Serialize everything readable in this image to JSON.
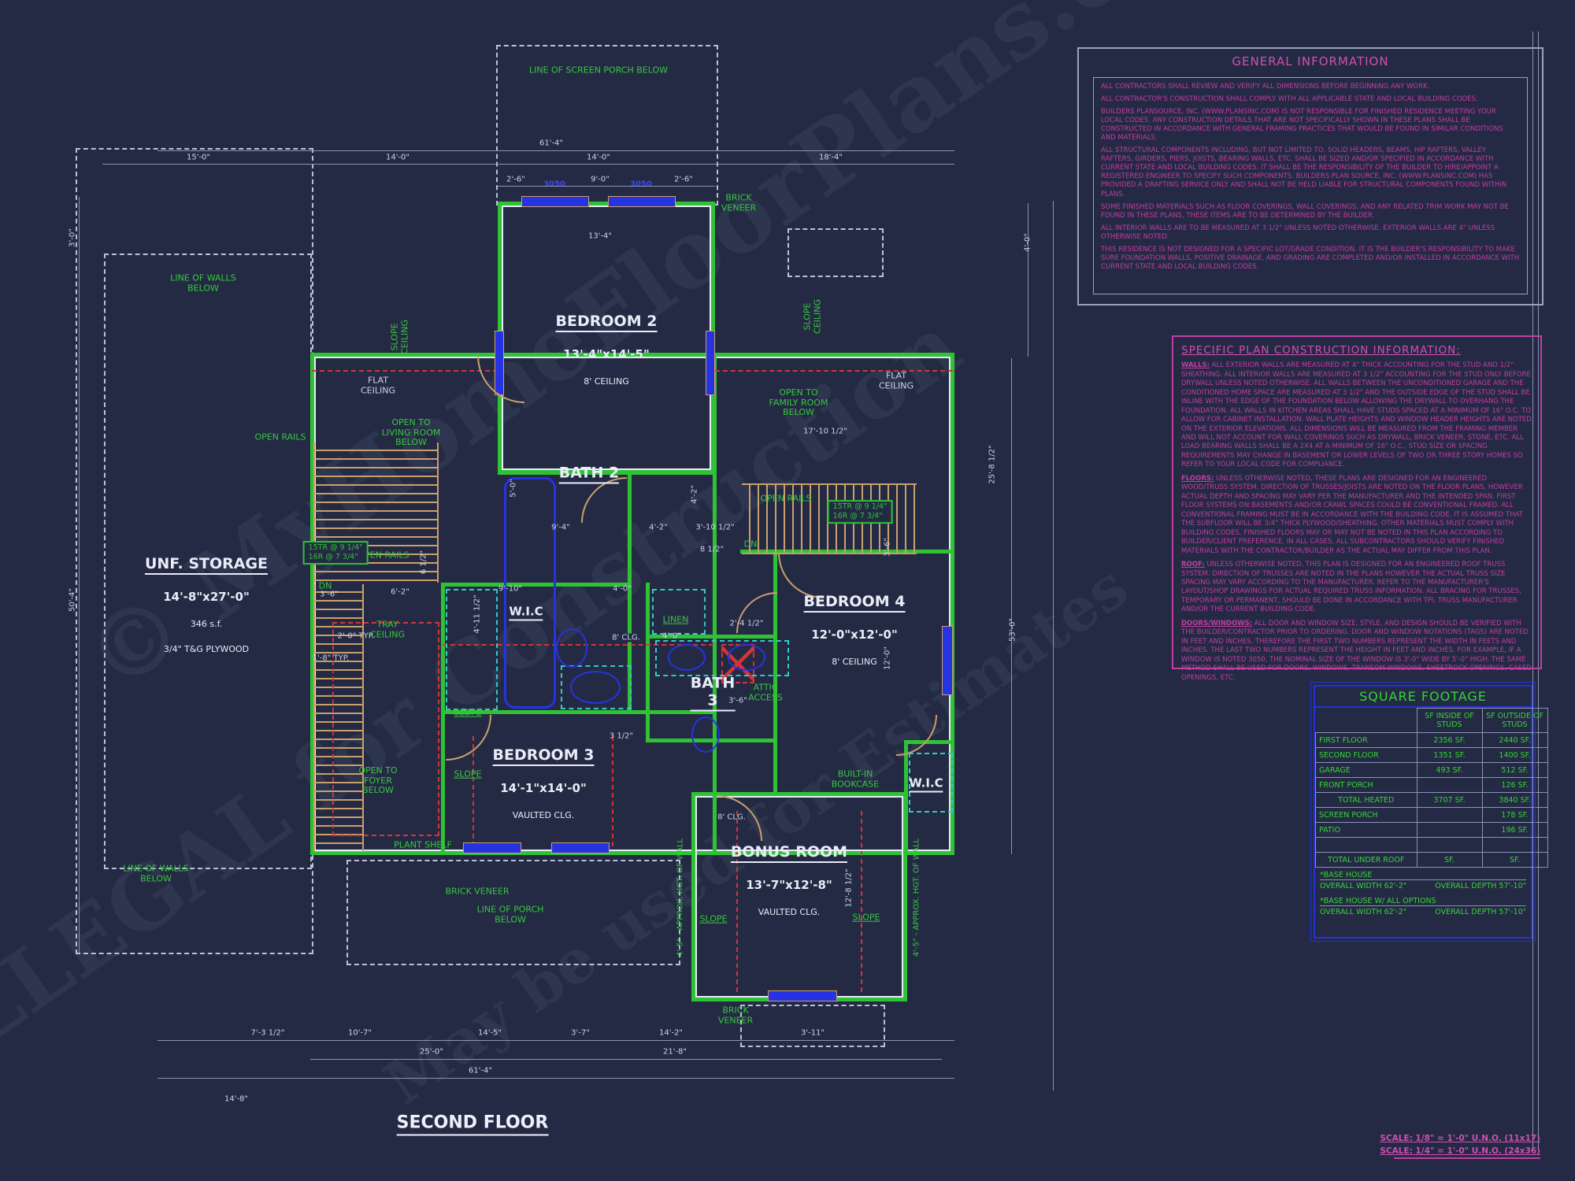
{
  "title": "SECOND FLOOR",
  "scale_notes": [
    "SCALE:  1/8\" = 1'-0\" U.N.O. (11x17)",
    "SCALE:  1/4\" = 1'-0\" U.N.O. (24x36)"
  ],
  "watermark": [
    "© MyHomeFloorPlans.com",
    "ILLEGAL for Construction",
    "May be used for Estimates"
  ],
  "colors": {
    "background": "#242a44",
    "wall_green": "#2fc235",
    "note_magenta": "#c13da2",
    "table_blue": "#2333d6",
    "table_green": "#35d435",
    "window_blue": "#2633e0",
    "stair_tan": "#c9a06a",
    "dim_gray": "#ccd3e9",
    "red_dash": "#d23535"
  },
  "general_information": {
    "title": "GENERAL INFORMATION",
    "paragraphs": [
      "ALL CONTRACTORS SHALL REVIEW AND VERIFY ALL   DIMENSIONS BEFORE BEGINNING ANY WORK.",
      "ALL CONTRACTOR'S CONSTRUCTION SHALL COMPLY WITH ALL APPLICABLE STATE AND LOCAL BUILDING CODES.",
      "BUILDERS PLANSOURCE, INC. (WWW.PLANSINC.COM) IS NOT RESPONSIBLE FOR FINISHED RESIDENCE MEETING YOUR LOCAL CODES. ANY CONSTRUCTION DETAILS THAT ARE NOT SPECIFICALLY SHOWN IN THESE PLANS SHALL BE CONSTRUCTED IN ACCORDANCE WITH GENERAL FRAMING PRACTICES THAT WOULD BE FOUND IN SIMILAR CONDITIONS AND MATERIALS.",
      "ALL STRUCTURAL COMPONENTS INCLUDING, BUT NOT  LIMITED TO, SOLID HEADERS, BEAMS, HIP RAFTERS, VALLEY RAFTERS, GIRDERS, PIERS, JOISTS, BEARING WALLS, ETC. SHALL BE SIZED AND/OR SPECIFIED IN ACCORDANCE WITH CURRENT STATE AND LOCAL BUILDING CODES.  IT SHALL BE THE RESPONSIBILITY OF THE BUILDER TO HIRE/APPOINT A REGISTERED ENGINEER TO SPECIFY SUCH COMPONENTS.  BUILDERS PLAN SOURCE, INC. (WWW.PLANSINC.COM) HAS PROVIDED A DRAFTING SERVICE ONLY AND SHALL NOT BE HELD LIABLE FOR STRUCTURAL COMPONENTS FOUND WITHIN PLANS.",
      "SOME FINISHED MATERIALS SUCH AS FLOOR   COVERINGS, WALL COVERINGS, AND ANY RELATED TRIM WORK MAY NOT BE FOUND IN THESE PLANS, THESE ITEMS ARE TO BE DETERMINED BY THE BUILDER.",
      "ALL INTERIOR WALLS ARE TO BE MEASURED AT 3 1/2\" UNLESS NOTED OTHERWISE. EXTERIOR WALLS ARE 4\" UNLESS OTHERWISE NOTED.",
      "THIS RESIDENCE IS NOT DESIGNED FOR A SPECIFIC LOT/GRADE CONDITION. IT IS THE BUILDER'S RESPONSIBILITY TO MAKE SURE FOUNDATION WALLS, POSITIVE DRAINAGE, AND GRADING ARE COMPLETED AND/OR INSTALLED IN ACCORDANCE WITH CURRENT STATE AND LOCAL BUILDING CODES."
    ]
  },
  "specific_plan_info": {
    "title": "SPECIFIC PLAN CONSTRUCTION INFORMATION:",
    "sections": [
      {
        "label": "WALLS:",
        "text": "  ALL EXTERIOR WALLS ARE MEASURED AT 4\" THICK ACCOUNTING FOR THE STUD AND 1/2\" SHEATHING. ALL INTERIOR WALLS ARE MEASURED AT 3 1/2\" ACCOUNTING FOR THE STUD ONLY BEFORE DRYWALL UNLESS NOTED OTHERWISE. ALL WALLS BETWEEN THE UNCONDITIONED GARAGE AND THE CONDITIONED HOME SPACE ARE MEASURED AT 3 1/2\" AND THE OUTSIDE EDGE OF THE STUD SHALL BE INLINE WITH THE EDGE OF THE FOUNDATION BELOW ALLOWING THE DRYWALL TO OVERHANG THE FOUNDATION. ALL WALLS IN KITCHEN AREAS SHALL HAVE STUDS SPACED AT A MINIMUM OF 16\" O.C. TO ALLOW FOR CABINET INSTALLATION. WALL PLATE HEIGHTS AND WINDOW HEADER HEIGHTS ARE NOTED ON THE EXTERIOR ELEVATIONS. ALL DIMENSIONS WILL BE MEASURED FROM THE FRAMING MEMBER AND WILL NOT ACCOUNT FOR WALL COVERINGS SUCH AS DRYWALL, BRICK VENEER, STONE, ETC. ALL LOAD BEARING WALLS SHALL BE A 2X4 AT A MINIMUM OF 16\" O.C., STUD SIZE OR SPACING REQUIREMENTS MAY CHANGE IN BASEMENT OR LOWER LEVELS OF TWO OR THREE STORY HOMES SO REFER TO YOUR LOCAL CODE FOR COMPLIANCE."
      },
      {
        "label": "FLOORS:",
        "text": "  UNLESS OTHERWISE NOTED, THESE PLANS ARE DESIGNED FOR AN ENGINEERED WOOD/TRUSS SYSTEM. DIRECTION OF TRUSSES/JOISTS ARE NOTED ON THE FLOOR PLANS, HOWEVER ACTUAL DEPTH AND SPACING MAY VARY PER THE MANUFACTURER AND THE INTENDED SPAN. FIRST FLOOR SYSTEMS ON BASEMENTS AND/OR CRAWL SPACES COULD BE CONVENTIONAL FRAMED. ALL CONVENTIONAL FRAMING MUST BE IN ACCORDANCE WITH THE BUILDING CODE. IT IS ASSUMED THAT THE SUBFLOOR WILL BE 3/4\" THICK PLYWOOD/SHEATHING. OTHER MATERIALS MUST COMPLY WITH BUILDING CODES. FINISHED FLOORS MAY OR MAY NOT BE NOTED IN THIS PLAN ACCORDING TO BUILDER/CLIENT PREFERENCE. IN ALL CASES, ALL SUBCONTRACTORS SHOULD VERIFY FINISHED MATERIALS WITH THE CONTRACTOR/BUILDER AS THE ACTUAL MAY DIFFER FROM THIS PLAN."
      },
      {
        "label": "ROOF:",
        "text": "  UNLESS OTHERWISE NOTED, THIS PLAN IS DESIGNED FOR AN ENGINEERED ROOF TRUSS SYSTEM. DIRECTION OF TRUSSES ARE NOTED IN THE PLANS HOWEVER THE ACTUAL TRUSS SIZE SPACING MAY VARY ACCORDING TO THE MANUFACTURER. REFER TO THE MANUFACTURER'S LAYOUT/SHOP DRAWINGS FOR ACTUAL REQUIRED TRUSS INFORMATION. ALL BRACING FOR TRUSSES, TEMPORARY OR PERMANENT, SHOULD BE DONE IN ACCORDANCE WITH TPI, TRUSS MANUFACTURER AND/OR THE CURRENT BUILDING CODE."
      },
      {
        "label": "DOORS/WINDOWS:",
        "text": " ALL DOOR AND WINDOW SIZE, STYLE, AND DESIGN SHOULD BE VERIFIED WITH THE BUILDER/CONTRACTOR PRIOR TO ORDERING. DOOR AND WINDOW NOTATIONS (TAGS) ARE NOTED IN FEET AND INCHES. THEREFORE THE FIRST TWO NUMBERS REPRESENT THE WIDTH IN FEETS AND INCHES. THE LAST TWO NUMBERS REPRESENT THE HEIGHT IN FEET AND INCHES. FOR EXAMPLE, IF A WINDOW IS NOTED 3050, THE NOMINAL SIZE OF THE WINDOW IS 3'-0\" WIDE BY 5'-0\" HIGH. THE SAME METHOD SHALL BE USED FOR DOORS, WINDOWS, TRANSOM WINDOWS, SHEETROCK OPENINGS, CASED OPENINGS, ETC."
      }
    ]
  },
  "square_footage": {
    "title": "SQUARE FOOTAGE",
    "col_inside": "SF  INSIDE  OF\nSTUDS",
    "col_outside": "SF  OUTSIDE  OF\nSTUDS",
    "rows": [
      {
        "label": "FIRST FLOOR",
        "inside": "2356  SF.",
        "outside": "2440  SF."
      },
      {
        "label": "SECOND FLOOR",
        "inside": "1351  SF.",
        "outside": "1400  SF."
      },
      {
        "label": "GARAGE",
        "inside": "493  SF.",
        "outside": "512  SF."
      },
      {
        "label": "FRONT PORCH",
        "inside": "",
        "outside": "126  SF."
      },
      {
        "label": "TOTAL HEATED",
        "inside": "3707 SF.",
        "outside": "3840 SF."
      },
      {
        "label": "SCREEN PORCH",
        "inside": "",
        "outside": "178  SF."
      },
      {
        "label": "PATIO",
        "inside": "",
        "outside": "196  SF."
      },
      {
        "label": "",
        "inside": "",
        "outside": ""
      },
      {
        "label": "TOTAL UNDER ROOF",
        "inside": "SF.",
        "outside": "SF."
      }
    ],
    "footnotes": [
      {
        "label": "*BASE HOUSE",
        "width": "OVERALL WIDTH  62'-2\"",
        "depth": "OVERALL DEPTH  57'-10\""
      },
      {
        "label": "*BASE HOUSE W/ ALL OPTIONS",
        "width": "OVERALL WIDTH  62'-2\"",
        "depth": "OVERALL DEPTH  57'-10\""
      }
    ]
  },
  "rooms": [
    {
      "name": "BEDROOM 2",
      "size": "13'-4\"x14'-5\"",
      "note": "8' CEILING"
    },
    {
      "name": "BATH 2"
    },
    {
      "name": "W.I.C"
    },
    {
      "name": "BEDROOM 3",
      "size": "14'-1\"x14'-0\"",
      "note": "VAULTED CLG."
    },
    {
      "name": "BATH\n3"
    },
    {
      "name": "BEDROOM 4",
      "size": "12'-0\"x12'-0\"",
      "note": "8' CEILING"
    },
    {
      "name": "W.I.C"
    },
    {
      "name": "BONUS ROOM",
      "size": "13'-7\"x12'-8\"",
      "note": "VAULTED CLG."
    },
    {
      "name": "UNF. STORAGE",
      "size": "14'-8\"x27'-0\"",
      "note": "346 s.f.",
      "note2": "3/4\" T&G PLYWOOD"
    }
  ],
  "annotations": [
    "LINE OF SCREEN PORCH BELOW",
    "LINE OF WALLS\nBELOW",
    "OPEN TO\nLIVING ROOM\nBELOW",
    "OPEN TO\nFAMILY ROOM\nBELOW",
    "FLAT\nCEILING",
    "FLAT\nCEILING",
    "SLOPE\nCEILING",
    "SLOPE\nCEILING",
    "OPEN RAILS",
    "OPEN RAILS",
    "OPEN RAILS",
    "TRAY\nCEILING",
    "OPEN TO\nFOYER\nBELOW",
    "PLANT SHELF",
    "LINE OF WALLS\nBELOW",
    "BRICK\nVENEER",
    "BRICK VENEER",
    "BRICK\nVENEER",
    "LINE OF PORCH\nBELOW",
    "ATTIC\nACCESS",
    "BUILT-IN\nBOOKCASE",
    "LINEN",
    "DN",
    "DN",
    "SLOPE",
    "SLOPE",
    "SLOPE",
    "SLOPE",
    "4'-5\" - APPROX. HGT. OF WALL",
    "4'-5\" - APPROX. HGT. OF WALL"
  ],
  "stair_note": {
    "treads": "15TR @ 9 1/4\"",
    "risers": "16R @ 7 3/4\""
  },
  "window_tags": [
    "3050",
    "3050"
  ],
  "dims": [
    "61'-4\"",
    "15'-0\"",
    "14'-0\"",
    "14'-0\"",
    "18'-4\"",
    "2'-6\"",
    "9'-0\"",
    "2'-6\"",
    "13'-4\"",
    "4'-0\"",
    "17'-10 1/2\"",
    "25'-8 1/2\"",
    "53'-0\"",
    "12'-0\"",
    "12'-8 1/2\"",
    "3'-0\"",
    "50'-4\"",
    "9'-10\"",
    "4'-0\"",
    "4'-0\"",
    "2'-4 1/2\"",
    "3'-6\"",
    "4'-11 1/2\"",
    "6'-2\"",
    "3'-6\"",
    "6 1/2\"",
    "5'-0\"",
    "4'-2\"",
    "9'-4\"",
    "4'-2\"",
    "3'-10 1/2\"",
    "8 1/2\"",
    "3 1/2\"",
    "2'-0\" TYP.",
    "1'-8\" TYP.",
    "7'-3 1/2\"",
    "10'-7\"",
    "14'-5\"",
    "3'-7\"",
    "14'-2\"",
    "3'-11\"",
    "25'-0\"",
    "21'-8\"",
    "61'-4\"",
    "14'-8\"",
    "3'-6\"",
    "8' CLG.",
    "8' CLG."
  ]
}
